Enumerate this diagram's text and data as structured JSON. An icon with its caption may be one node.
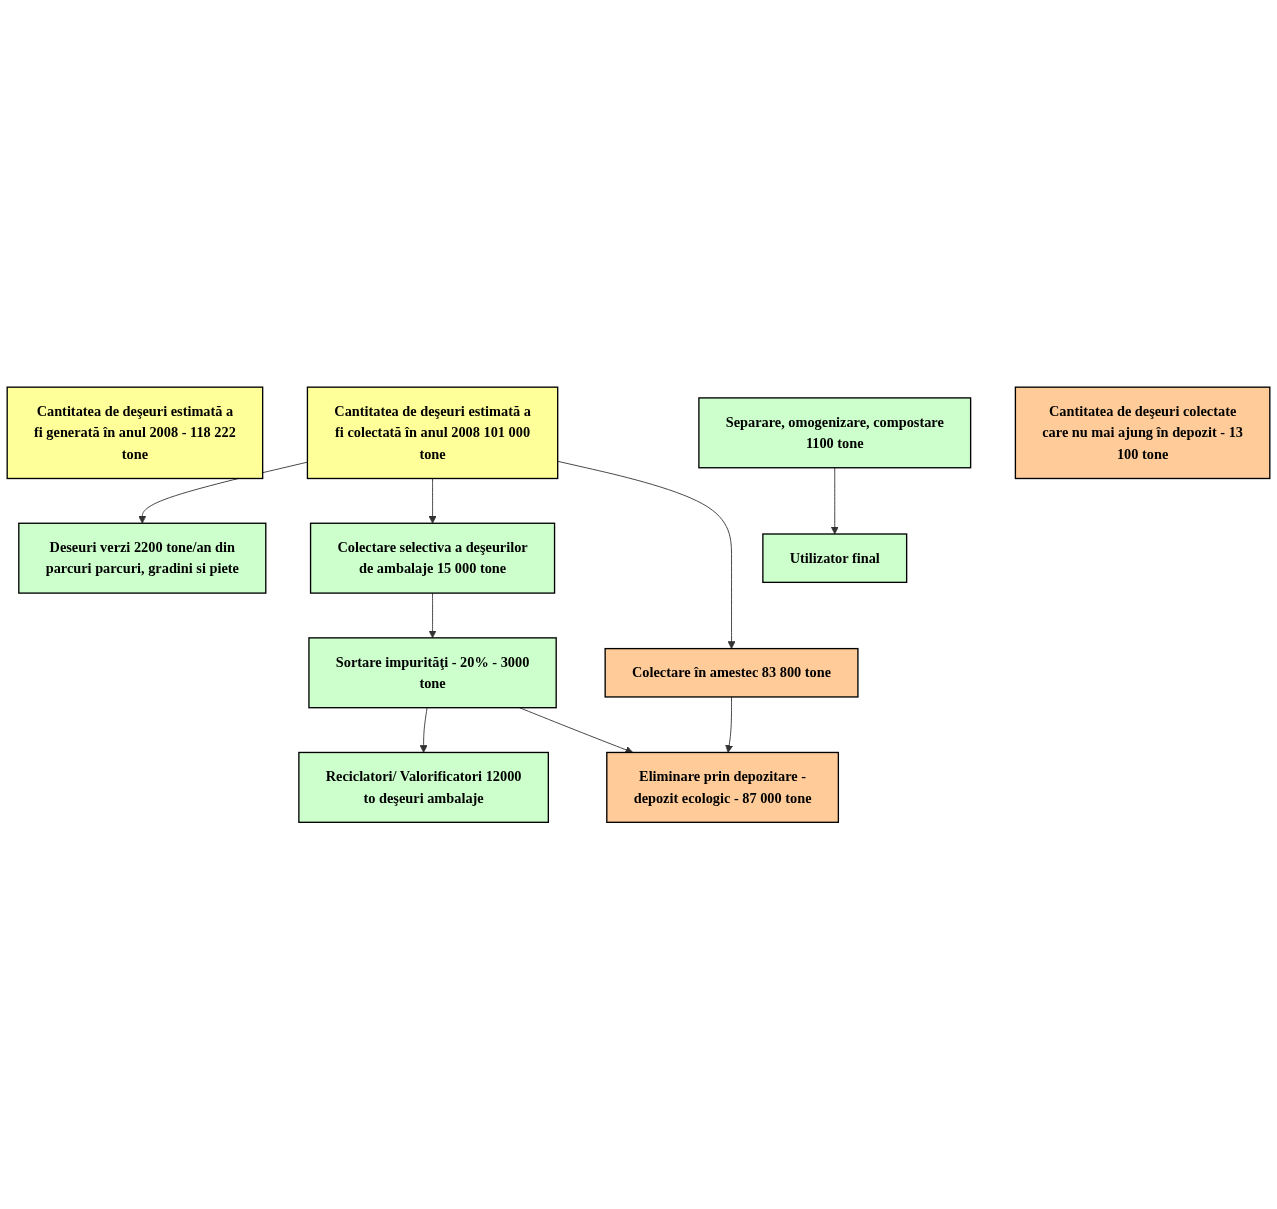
{
  "diagram": {
    "nodes": [
      {
        "text": [
          "Cantitatea de deşeuri estimată a fi generată în anul 2008 - 118 222 tone"
        ]
      },
      {
        "text": [
          "Cantitatea de deşeuri estimată a fi colectată în anul 2008 101 000 tone"
        ]
      },
      {
        "text": [
          "Deseuri verzi 2200 tone/an din parcuri parcuri, gradini si piete"
        ]
      },
      {
        "text": [
          "Colectare selectiva a deşeurilor de ambalaje 15 000 tone"
        ]
      },
      {
        "text": [
          "Colectare în amestec 83 800 tone"
        ]
      },
      {
        "text": [
          "Separare, omogenizare, compostare 1100 tone"
        ]
      },
      {
        "text": [
          "Sortare impurităţi - 20% - 3000 tone"
        ]
      },
      {
        "text": [
          "Utilizator final"
        ]
      },
      {
        "text": [
          "Reciclatori/ Valorificatori 12000 to deşeuri ambalaje"
        ]
      },
      {
        "text": [
          "Cantitatea de deşeuri colectate care nu mai ajung în depozit - 13 100 tone"
        ]
      },
      {
        "text": [
          "Eliminare prin depozitare - depozit ecologic - 87 000 tone"
        ]
      }
    ],
    "edges": [
      {
        "from": 1,
        "to": 2,
        "arrow": "to"
      },
      {
        "from": 1,
        "to": 3,
        "arrow": "to"
      },
      {
        "from": 1,
        "to": 4,
        "arrow": "to"
      },
      {
        "from": 3,
        "to": 6,
        "arrow": "to"
      },
      {
        "from": 5,
        "to": 7,
        "arrow": "to"
      },
      {
        "from": 6,
        "to": 8,
        "arrow": "to"
      },
      {
        "from": 6,
        "to": 10,
        "arrow": "to"
      },
      {
        "from": 4,
        "to": 10,
        "arrow": "to"
      }
    ]
  }
}
